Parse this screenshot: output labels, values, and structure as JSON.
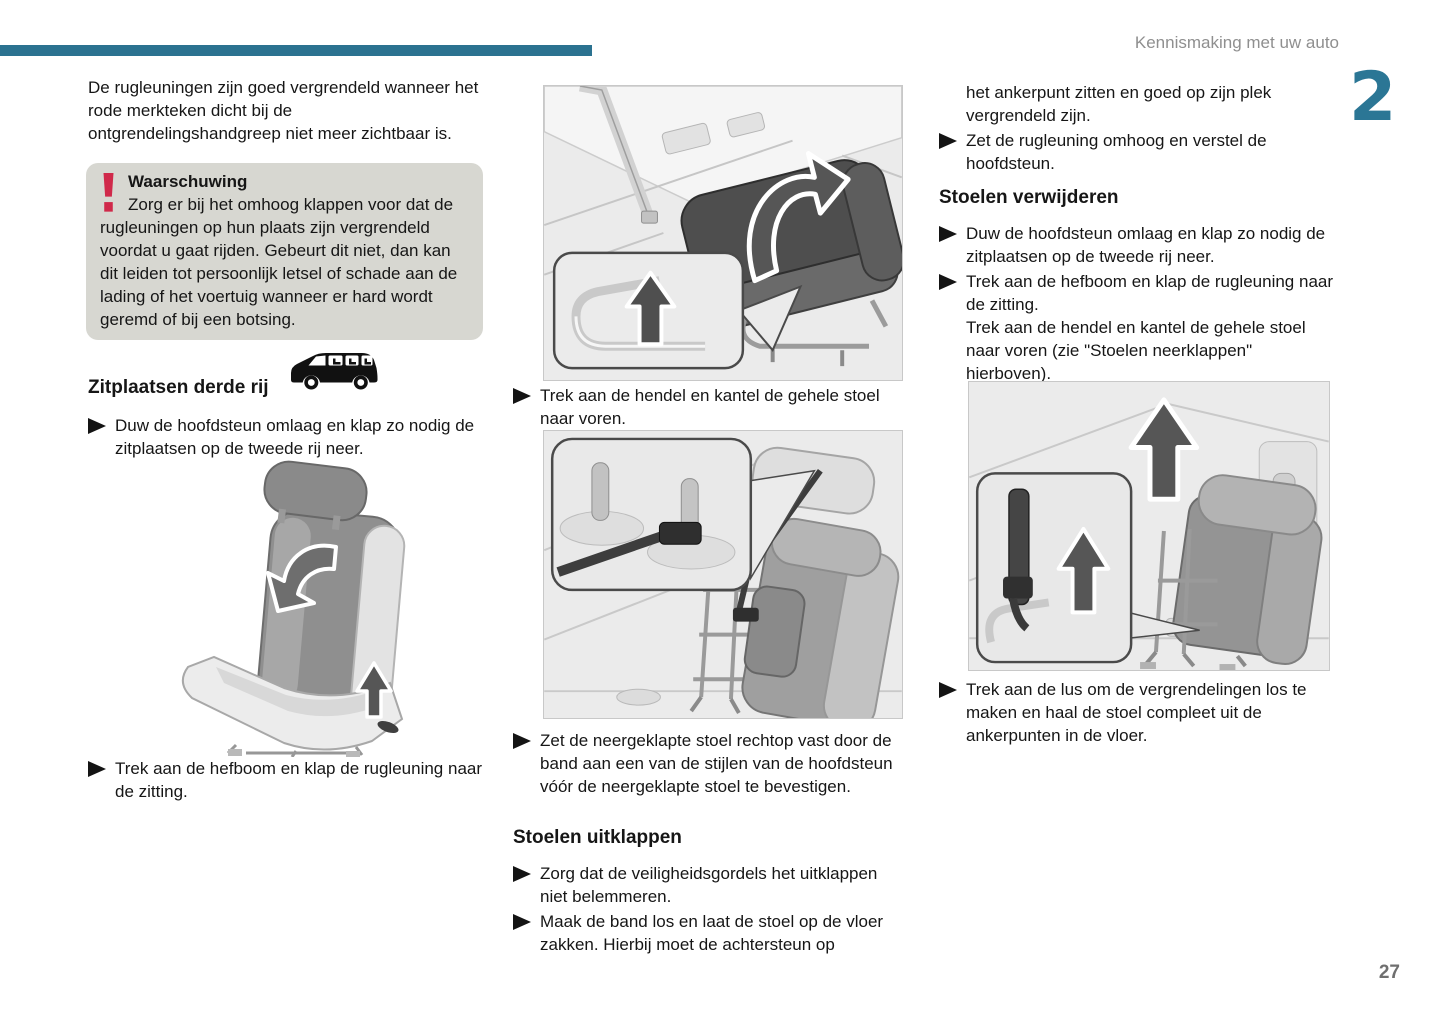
{
  "header": {
    "title": "Kennismaking met uw auto",
    "chapter_number": "2"
  },
  "footer": {
    "page_number": "27"
  },
  "colors": {
    "accent_teal": "#2b7290",
    "chapter_teal": "#2b7695",
    "warning_red": "#d0294a",
    "warning_box_bg": "#d7d7d1",
    "header_gray": "#8f8f8f",
    "page_number_gray": "#6f6f6f"
  },
  "icons": {
    "warning_icon": "exclamation-mark",
    "vehicle_icon": "van-silhouette-third-row-seats",
    "bullet_icon": "right-pointing-triangle",
    "fold_arrow_icon": "curved-fold-arrow",
    "up_arrow_icon": "up-arrow"
  },
  "left_column": {
    "intro": "De rugleuningen zijn goed vergrendeld wanneer het rode merkteken dicht bij de ontgrendelingshandgreep niet meer zichtbaar is.",
    "warning": {
      "title": "Waarschuwing",
      "body": "Zorg er bij het omhoog klappen voor dat de rugleuningen op hun plaats zijn vergrendeld voordat u gaat rijden. Gebeurt dit niet, dan kan dit leiden tot persoonlijk letsel of schade aan de lading of het voertuig wanneer er hard wordt geremd of bij een botsing."
    },
    "heading": "Zitplaatsen derde rij",
    "bullets": [
      "Duw de hoofdsteun omlaag en klap zo nodig de zitplaatsen op de tweede rij neer.",
      "Trek aan de hefboom en klap de rugleuning naar de zitting."
    ]
  },
  "middle_column": {
    "bullet_tilt": "Trek aan de hendel en kantel de gehele stoel naar voren.",
    "bullet_secure": "Zet de neergeklapte stoel rechtop vast door de band aan een van de stijlen van de hoofdsteun vóór de neergeklapte stoel te bevestigen.",
    "heading": "Stoelen uitklappen",
    "bullets_unfold": [
      "Zorg dat de veiligheidsgordels het uitklappen niet belemmeren.",
      "Maak de band los en laat de stoel op de vloer zakken. Hierbij moet de achtersteun op"
    ]
  },
  "right_column": {
    "continuation": "het ankerpunt zitten en goed op zijn plek vergrendeld zijn.",
    "bullet_backrest": "Zet de rugleuning omhoog en verstel de hoofdsteun.",
    "heading": "Stoelen verwijderen",
    "bullet_remove_1": "Duw de hoofdsteun omlaag en klap zo nodig de zitplaatsen op de tweede rij neer.",
    "bullet_remove_2a": "Trek aan de hefboom en klap de rugleuning naar de zitting.",
    "bullet_remove_2b": "Trek aan de hendel en kantel de gehele stoel naar voren (zie \"Stoelen neerklappen\" hierboven).",
    "bullet_loop": "Trek aan de lus om de vergrendelingen los te maken en haal de stoel compleet uit de ankerpunten in de vloer."
  }
}
